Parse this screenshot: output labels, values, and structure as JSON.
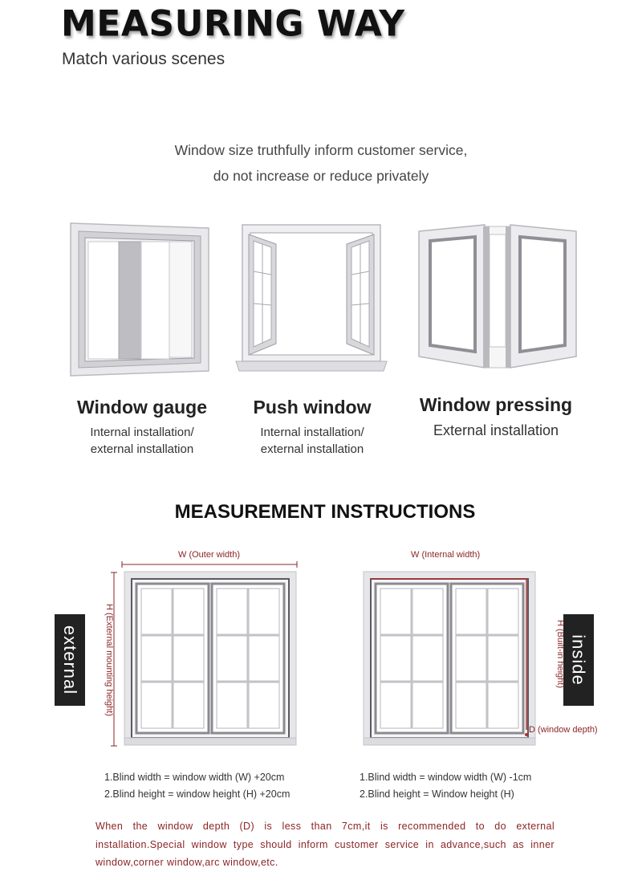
{
  "header": {
    "title": "MEASURING WAY",
    "subtitle": "Match various scenes"
  },
  "notice": {
    "line1": "Window size truthfully inform customer service,",
    "line2": "do not increase or reduce privately"
  },
  "categories": [
    {
      "title": "Window gauge",
      "sub1": "Internal installation/",
      "sub2": "external installation"
    },
    {
      "title": "Push window",
      "sub1": "Internal installation/",
      "sub2": "external installation"
    },
    {
      "title": "Window pressing",
      "sub1": "External installation",
      "sub2": ""
    }
  ],
  "section": {
    "title": "MEASUREMENT INSTRUCTIONS"
  },
  "external": {
    "tag": "external",
    "width_label": "W  (Outer width)",
    "height_label": "H  (External mounting height)",
    "formula1": "1.Blind width = window width (W) +20cm",
    "formula2": "2.Blind height = window height (H) +20cm"
  },
  "inside": {
    "tag": "inside",
    "width_label": "W  (Internal width)",
    "height_label": "H  (Built-in height)",
    "depth_label": "D  (window depth)",
    "formula1": "1.Blind width = window width (W) -1cm",
    "formula2": "2.Blind height = Window height (H)"
  },
  "note": "When the window depth (D) is less than 7cm,it is recommended to do external installation.Special window type should inform customer service in advance,such as inner window,corner window,arc window,etc.",
  "colors": {
    "accent": "#8b2525",
    "tag_bg": "#222222"
  }
}
